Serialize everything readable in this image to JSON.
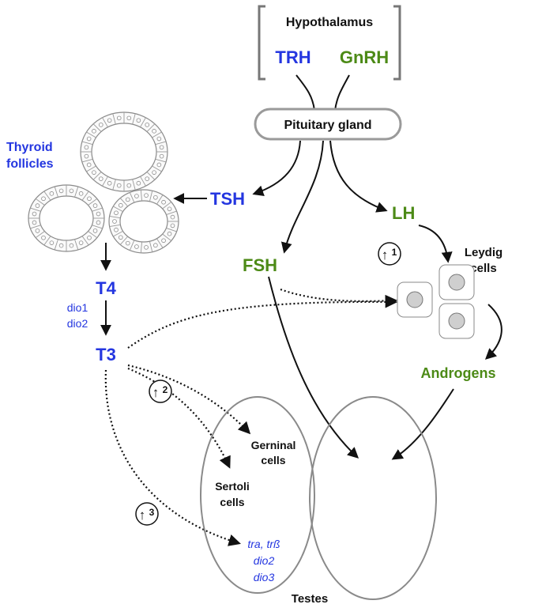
{
  "colors": {
    "thyroid_axis": "#2436e0",
    "gonadal_axis": "#4c8a16",
    "text": "#111111",
    "outline": "#8a8a8a"
  },
  "hypothalamus": {
    "title": "Hypothalamus",
    "trh": "TRH",
    "gnrh": "GnRH"
  },
  "pituitary": {
    "label": "Pituitary gland"
  },
  "thyroid": {
    "line1": "Thyroid",
    "line2": "follicles"
  },
  "hormones": {
    "tsh": "TSH",
    "lh": "LH",
    "fsh": "FSH",
    "t4": "T4",
    "t3": "T3",
    "androgens": "Androgens"
  },
  "deiodinases": {
    "dio1": "dio1",
    "dio2": "dio2"
  },
  "leydig": {
    "line1": "Leydig",
    "line2": "cells"
  },
  "testes": {
    "label": "Testes",
    "germinal_line1": "Gerninal",
    "germinal_line2": "cells",
    "sertoli_line1": "Sertoli",
    "sertoli_line2": "cells",
    "receptors": "tra, trß",
    "dio2": "dio2",
    "dio3": "dio3"
  },
  "effects": [
    {
      "arrow": "↑",
      "number": "1"
    },
    {
      "arrow": "↑",
      "number": "2"
    },
    {
      "arrow": "↑",
      "number": "3"
    }
  ]
}
